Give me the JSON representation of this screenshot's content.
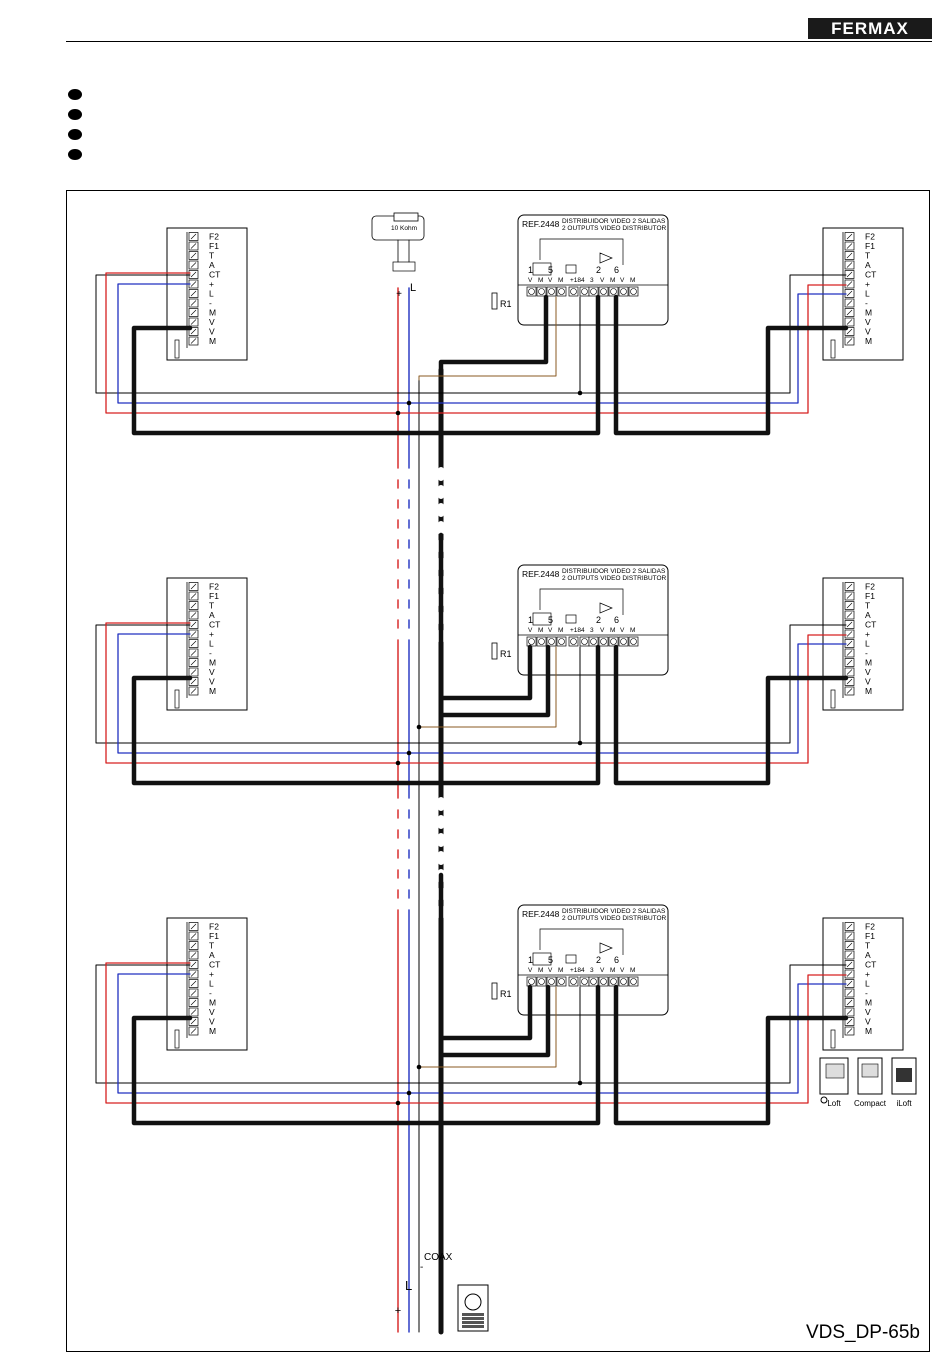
{
  "header": {
    "brand": "FERMAX"
  },
  "terminal_labels": [
    "F2",
    "F1",
    "T",
    "A",
    "CT",
    "+",
    "L",
    "-",
    "M",
    "V",
    "V",
    "M"
  ],
  "distributor": {
    "ref": "REF.2448",
    "title_es": "DISTRIBUIDOR VIDEO 2 SALIDAS",
    "title_en": "2 OUTPUTS VIDEO DISTRIBUTOR",
    "in_label": "1",
    "bus_label": "5",
    "out1_label": "2",
    "out2_label": "6",
    "pin_v": "V",
    "pin_m": "M",
    "pwr_label": "+18",
    "pin_4": "4",
    "pin_3": "3",
    "resistor_label": "R1"
  },
  "resistor": {
    "label": "10 Kohm"
  },
  "riser": {
    "plus": "+",
    "l": "L",
    "minus": "-",
    "coax": "COAX"
  },
  "monitors": {
    "loft": "Loft",
    "compact": "Compact",
    "iloft": "iLoft"
  },
  "diagram_code": "VDS_DP-65b",
  "colors": {
    "red": "#d62020",
    "blue": "#2030c0",
    "brown": "#8a5a20",
    "coax": "#111111"
  }
}
